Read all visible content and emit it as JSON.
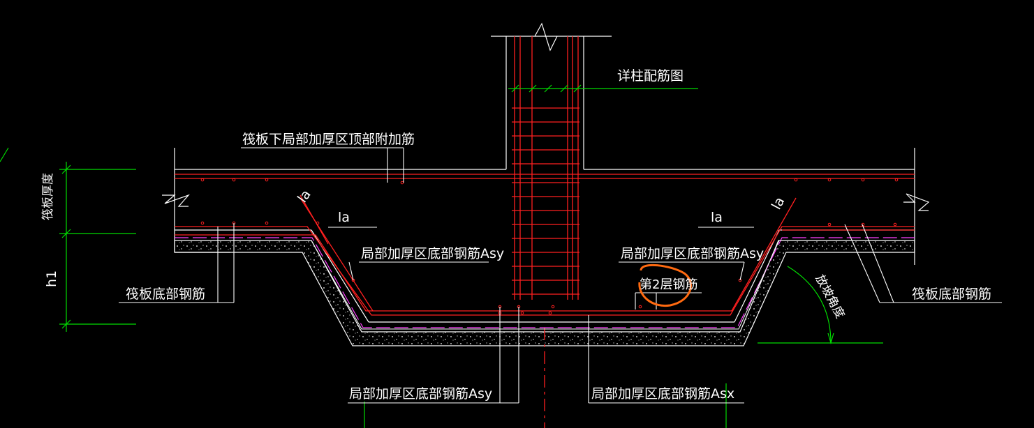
{
  "labels": {
    "column_detail": "详柱配筋图",
    "top_additional_bars": "筏板下局部加厚区顶部附加筋",
    "raft_thickness": "筏板厚度",
    "h1": "h1",
    "raft_bottom_bars_left": "筏板底部钢筋",
    "raft_bottom_bars_right": "筏板底部钢筋",
    "la_left_diag": "la",
    "la_left": "la",
    "la_right": "la",
    "la_right_diag": "la",
    "asy_left": "局部加厚区底部钢筋Asy",
    "asy_right": "局部加厚区底部钢筋Asy",
    "second_layer": "第2层钢筋",
    "slope_angle": "放坡角度",
    "asy_bottom": "局部加厚区底部钢筋Asy",
    "asx_bottom": "局部加厚区底部钢筋Asx"
  },
  "colors": {
    "background": "#000000",
    "lines": "#ffffff",
    "rebar": "#ff0000",
    "dimension": "#00ff00",
    "layer": "#ff00ff",
    "highlight": "#ff6600"
  }
}
